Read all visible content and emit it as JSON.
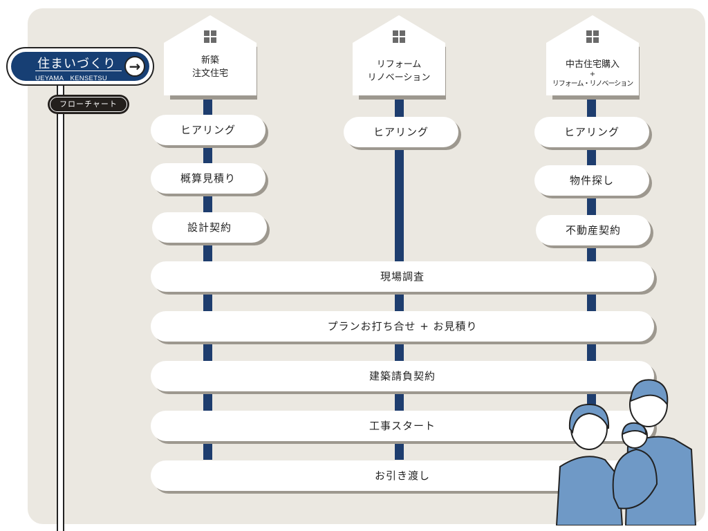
{
  "sign": {
    "title": "住まいづくり",
    "subtitle": "UEYAMA　KENSETSU",
    "arrow_icon": "arrow-right-icon",
    "tag": "フローチャート"
  },
  "columns": [
    {
      "house_lines": [
        "新築",
        "注文住宅"
      ],
      "steps": [
        "ヒアリング",
        "概算見積り",
        "設計契約"
      ]
    },
    {
      "house_lines": [
        "リフォーム",
        "リノベーション"
      ],
      "steps": [
        "ヒアリング"
      ]
    },
    {
      "house_lines": [
        "中古住宅購入",
        "+",
        "リフォーム・リノベーション"
      ],
      "steps": [
        "ヒアリング",
        "物件探し",
        "不動産契約"
      ]
    }
  ],
  "common_steps": [
    "現場調査",
    "プランお打ち合せ + お見積り",
    "建築請負契約",
    "工事スタート",
    "お引き渡し"
  ],
  "colors": {
    "navy": "#1e3d6e",
    "background": "#ebe8e1",
    "shadow": "#9d988f"
  }
}
